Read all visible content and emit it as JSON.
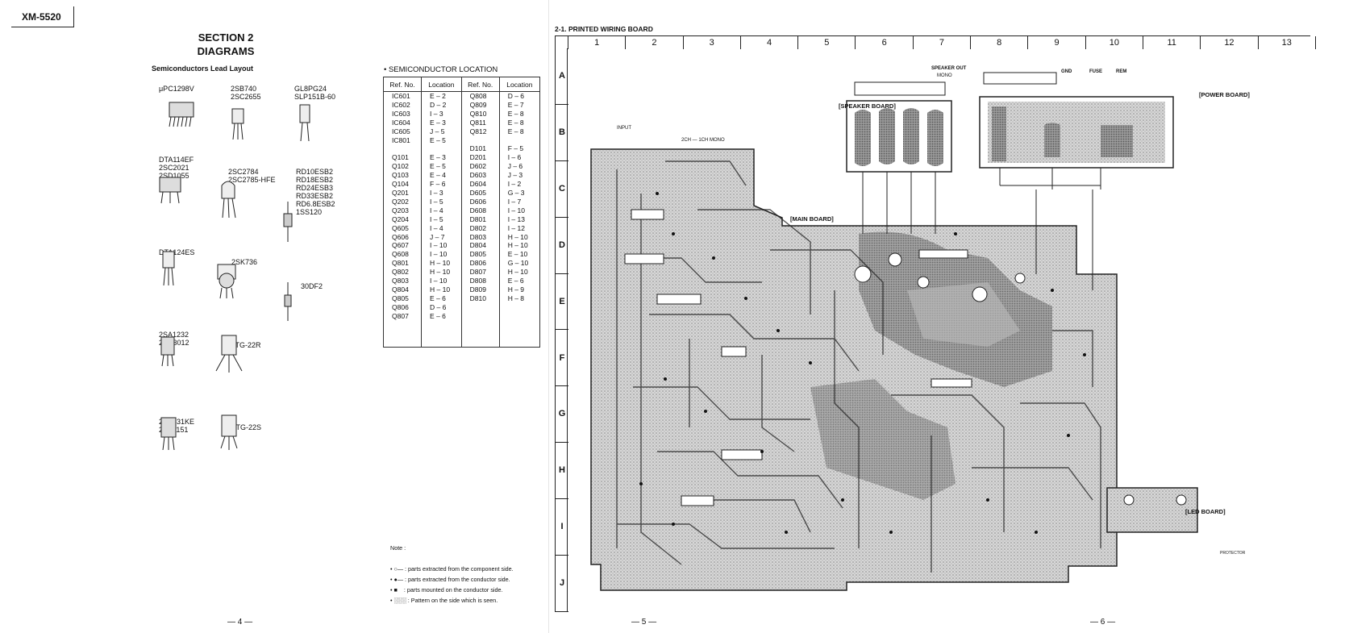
{
  "page": {
    "model": "XM-5520",
    "section": "SECTION 2",
    "section_title": "DIAGRAMS",
    "lead_layout_title": "Semiconductors Lead Layout",
    "page_numbers": [
      "— 4 —",
      "— 5 —",
      "— 6 —"
    ]
  },
  "lead_layout": [
    {
      "label": "μPC1298V"
    },
    {
      "label": "2SB740\n2SC2655"
    },
    {
      "label": "GL8PG24\nSLP151B-60"
    },
    {
      "label": "DTA114EF\n2SC2021\n2SD1055"
    },
    {
      "label": "2SC2784\n2SC2785-HFE"
    },
    {
      "label": "RD10ESB2\nRD18ESB2\nRD24ESB3\nRD33ESB2\nRD6.8ESB2\n1SS120"
    },
    {
      "label": "DTA124ES"
    },
    {
      "label": "2SK736"
    },
    {
      "label": "30DF2"
    },
    {
      "label": "2SA1232\n2SC3012"
    },
    {
      "label": "CTG-22R"
    },
    {
      "label": "2SB631KE\n2SB1151"
    },
    {
      "label": "CTG-22S"
    }
  ],
  "semiconductor_location": {
    "title": "• SEMICONDUCTOR LOCATION",
    "headers": [
      "Ref. No.",
      "Location",
      "Ref. No.",
      "Location"
    ],
    "left": [
      [
        "IC601",
        "E – 2"
      ],
      [
        "IC602",
        "D – 2"
      ],
      [
        "IC603",
        "I – 3"
      ],
      [
        "IC604",
        "E – 3"
      ],
      [
        "IC605",
        "J – 5"
      ],
      [
        "IC801",
        "E – 5"
      ],
      [
        "",
        ""
      ],
      [
        "Q101",
        "E – 3"
      ],
      [
        "Q102",
        "E – 5"
      ],
      [
        "Q103",
        "E – 4"
      ],
      [
        "Q104",
        "F – 6"
      ],
      [
        "Q201",
        "I – 3"
      ],
      [
        "Q202",
        "I – 5"
      ],
      [
        "Q203",
        "I – 4"
      ],
      [
        "Q204",
        "I – 5"
      ],
      [
        "Q605",
        "I – 4"
      ],
      [
        "Q606",
        "J – 7"
      ],
      [
        "Q607",
        "I – 10"
      ],
      [
        "Q608",
        "I – 10"
      ],
      [
        "Q801",
        "H – 10"
      ],
      [
        "Q802",
        "H – 10"
      ],
      [
        "Q803",
        "I – 10"
      ],
      [
        "Q804",
        "H – 10"
      ],
      [
        "Q805",
        "E – 6"
      ],
      [
        "Q806",
        "D – 6"
      ],
      [
        "Q807",
        "E – 6"
      ]
    ],
    "right": [
      [
        "Q808",
        "D – 6"
      ],
      [
        "Q809",
        "E – 7"
      ],
      [
        "Q810",
        "E – 8"
      ],
      [
        "Q811",
        "E – 8"
      ],
      [
        "Q812",
        "E – 8"
      ],
      [
        "",
        ""
      ],
      [
        "D101",
        "F – 5"
      ],
      [
        "D201",
        "I – 6"
      ],
      [
        "D602",
        "J – 6"
      ],
      [
        "D603",
        "J – 3"
      ],
      [
        "D604",
        "I – 2"
      ],
      [
        "D605",
        "G – 3"
      ],
      [
        "D606",
        "I – 7"
      ],
      [
        "D608",
        "I – 10"
      ],
      [
        "D801",
        "I – 13"
      ],
      [
        "D802",
        "I – 12"
      ],
      [
        "D803",
        "H – 10"
      ],
      [
        "D804",
        "H – 10"
      ],
      [
        "D805",
        "E – 10"
      ],
      [
        "D806",
        "G – 10"
      ],
      [
        "D807",
        "H – 10"
      ],
      [
        "D808",
        "E – 6"
      ],
      [
        "D809",
        "H – 9"
      ],
      [
        "D810",
        "H – 8"
      ],
      [
        "",
        ""
      ],
      [
        "",
        ""
      ],
      [
        "",
        ""
      ]
    ]
  },
  "note": {
    "title": "Note :",
    "lines": [
      "• ○— : parts extracted from the component side.",
      "• ●— : parts extracted from the conductor side.",
      "• ■    : parts mounted on the conductor side.",
      "• ░░░ : Pattern on the side which is seen."
    ]
  },
  "pwb": {
    "title": "2-1. PRINTED WIRING BOARD",
    "columns": [
      "1",
      "2",
      "3",
      "4",
      "5",
      "6",
      "7",
      "8",
      "9",
      "10",
      "11",
      "12",
      "13"
    ],
    "rows": [
      "A",
      "B",
      "C",
      "D",
      "E",
      "F",
      "G",
      "H",
      "I",
      "J"
    ],
    "boards": {
      "main": "[MAIN BOARD]",
      "speaker": "[SPEAKER BOARD]",
      "power": "[POWER BOARD]",
      "led": "[LED BOARD]"
    },
    "speaker_out": "SPEAKER OUT",
    "mono": "MONO",
    "power_terms": [
      "GND",
      "FUSE",
      "REM"
    ],
    "input": "INPUT",
    "switch": "2CH — 1CH MONO",
    "protector": "PROTECTOR"
  }
}
